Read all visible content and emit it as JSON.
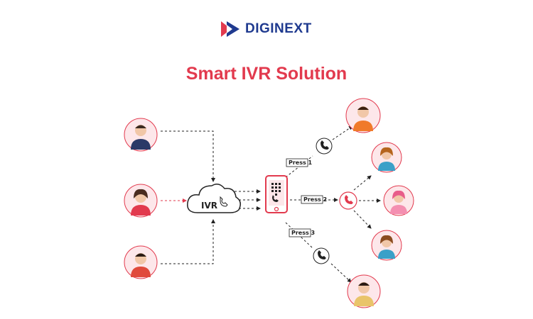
{
  "brand": {
    "name": "DIGINEXT",
    "logo_color": "#1f3a8f",
    "logo_accent": "#e23a4e"
  },
  "title": "Smart IVR Solution",
  "diagram": {
    "hub_label": "IVR",
    "press_labels": [
      "Press 1",
      "Press 2",
      "Press 3"
    ],
    "callers": [
      "caller-man-suit",
      "caller-woman-phone",
      "caller-man-phone"
    ],
    "agents": [
      "agent-man-phone",
      "agent-woman-headset",
      "agent-woman-pink-headset",
      "agent-woman-headset-2",
      "agent-man-speaking"
    ],
    "accent": "#e23a4e",
    "line_color": "#222222"
  }
}
